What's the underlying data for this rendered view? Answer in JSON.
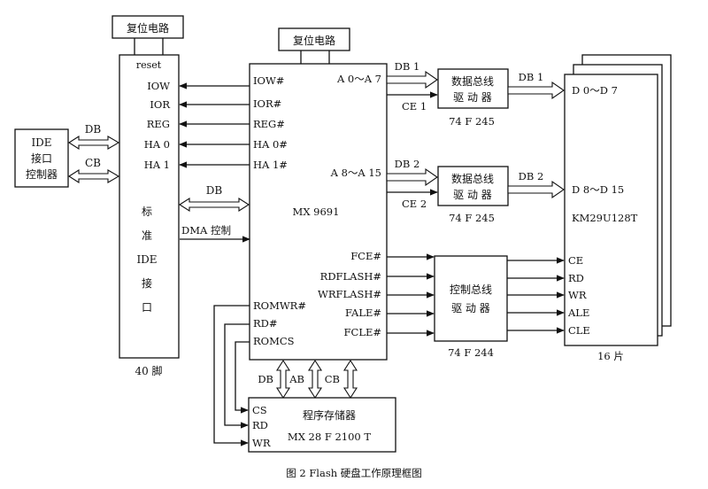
{
  "reset_circuit_1": "复位电路",
  "reset_circuit_2": "复位电路",
  "ide_controller": [
    "IDE",
    "接口",
    "控制器"
  ],
  "bus_db": "DB",
  "bus_cb": "CB",
  "bus_ab": "AB",
  "ide_interface": {
    "signals": [
      "reset",
      "IOW",
      "IOR",
      "REG",
      "HA 0",
      "HA 1"
    ],
    "vertical": [
      "标",
      "准",
      "IDE",
      "接",
      "口"
    ],
    "pins": "40 脚"
  },
  "link_db": "DB",
  "dma_control": "DMA 控制",
  "mx9691": {
    "name": "MX 9691",
    "left_pins": [
      "IOW#",
      "IOR#",
      "REG#",
      "HA 0#",
      "HA 1#"
    ],
    "addr_hi": "A 0～A 7",
    "addr_lo": "A 8～A 15",
    "right_pins": [
      "FCE#",
      "RDFLASH#",
      "WRFLASH#",
      "FALE#",
      "FCLE#"
    ],
    "rom_pins": [
      "ROMWR#",
      "RD#",
      "ROMCS"
    ]
  },
  "data_bus_1": "DB 1",
  "data_bus_2": "DB 2",
  "ce1": "CE 1",
  "ce2": "CE 2",
  "data_driver_1": [
    "数据总线",
    "驱 动 器"
  ],
  "data_driver_2": [
    "数据总线",
    "驱 动 器"
  ],
  "chip_245_a": "74 F 245",
  "chip_245_b": "74 F 245",
  "ctrl_driver": [
    "控制总线",
    "驱 动 器"
  ],
  "chip_244": "74 F 244",
  "flash": {
    "d_hi": "D 0～D 7",
    "d_lo": "D 8～D 15",
    "name": "KM29U128T",
    "pins": [
      "CE",
      "RD",
      "WR",
      "ALE",
      "CLE"
    ],
    "count": "16 片"
  },
  "program_memory": {
    "title": "程序存储器",
    "part": "MX 28 F 2100 T",
    "pins": [
      "CS",
      "RD",
      "WR"
    ]
  },
  "caption": "图 2  Flash 硬盘工作原理框图"
}
